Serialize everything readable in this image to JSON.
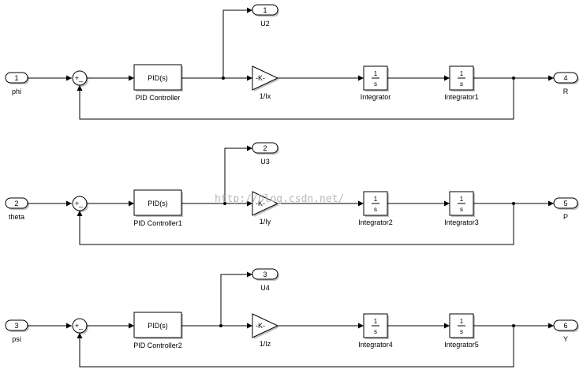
{
  "watermark": "http://blog.csdn.net/",
  "rows": [
    {
      "input": {
        "num": "1",
        "label": "phi"
      },
      "sum_signs": "+_",
      "pid": {
        "text": "PID(s)",
        "label": "PID Controller"
      },
      "u_out": {
        "num": "1",
        "label": "U2"
      },
      "gain": {
        "text": "-K-",
        "label": "1/Ix"
      },
      "int1": {
        "num": "1",
        "den": "s",
        "label": "Integrator"
      },
      "int2": {
        "num": "1",
        "den": "s",
        "label": "Integrator1"
      },
      "output": {
        "num": "4",
        "label": "R"
      }
    },
    {
      "input": {
        "num": "2",
        "label": "theta"
      },
      "sum_signs": "+_",
      "pid": {
        "text": "PID(s)",
        "label": "PID Controller1"
      },
      "u_out": {
        "num": "2",
        "label": "U3"
      },
      "gain": {
        "text": "-K-",
        "label": "1/Iy"
      },
      "int1": {
        "num": "1",
        "den": "s",
        "label": "Integrator2"
      },
      "int2": {
        "num": "1",
        "den": "s",
        "label": "Integrator3"
      },
      "output": {
        "num": "5",
        "label": "P"
      }
    },
    {
      "input": {
        "num": "3",
        "label": "psi"
      },
      "sum_signs": "+_",
      "pid": {
        "text": "PID(s)",
        "label": "PID Controller2"
      },
      "u_out": {
        "num": "3",
        "label": "U4"
      },
      "gain": {
        "text": "-K-",
        "label": "1/Iz"
      },
      "int1": {
        "num": "1",
        "den": "s",
        "label": "Integrator4"
      },
      "int2": {
        "num": "1",
        "den": "s",
        "label": "Integrator5"
      },
      "output": {
        "num": "6",
        "label": "Y"
      }
    }
  ]
}
